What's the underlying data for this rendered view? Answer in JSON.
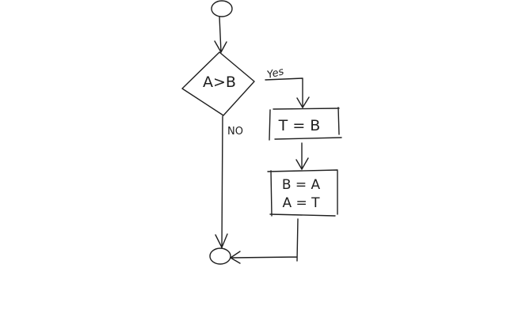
{
  "flowchart": {
    "decision": {
      "text": "A>B"
    },
    "yes_label": "Yes",
    "no_label": "NO",
    "step1": {
      "text": "T = B"
    },
    "step2": {
      "line1": "B = A",
      "line2": "A = T"
    }
  }
}
